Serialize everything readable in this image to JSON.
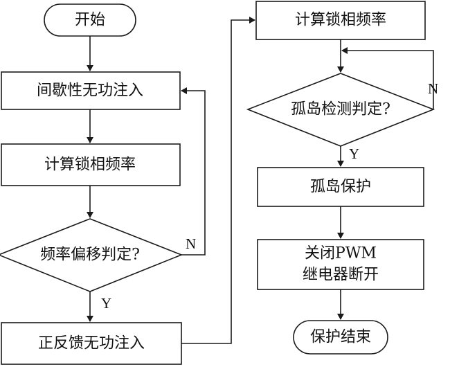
{
  "flowchart": {
    "start": "开始",
    "left_steps": {
      "inject_intermittent": "间歇性无功注入",
      "calc_pll_left": "计算锁相频率",
      "decision_freq_offset": "频率偏移判定?",
      "inject_positive_feedback": "正反馈无功注入"
    },
    "right_steps": {
      "calc_pll_right": "计算锁相频率",
      "decision_island": "孤岛检测判定?",
      "island_protection": "孤岛保护",
      "shutdown_line1": "关闭PWM",
      "shutdown_line2": "继电器断开",
      "end": "保护结束"
    },
    "edge_labels": {
      "left_no": "N",
      "left_yes": "Y",
      "right_no": "N",
      "right_yes": "Y"
    }
  }
}
